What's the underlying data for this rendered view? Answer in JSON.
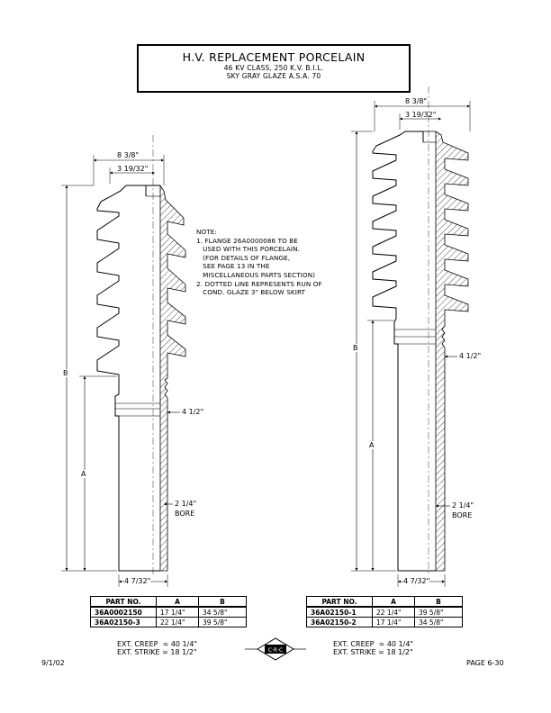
{
  "title": {
    "main": "H.V. REPLACEMENT PORCELAIN",
    "line1": "46 KV CLASS, 250 K.V. B.I.L.",
    "line2": "SKY GRAY GLAZE A.S.A. 70"
  },
  "left_drawing": {
    "top_width": "8 3/8\"",
    "inner_width": "3 19/32\"",
    "label_b": "B",
    "label_a": "A",
    "groove_dim": "4 1/2\"",
    "bore_dim": "2 1/4\"",
    "bore_label": "BORE",
    "bottom_width": "4 7/32\""
  },
  "right_drawing": {
    "top_width": "8 3/8\"",
    "inner_width": "3 19/32\"",
    "label_b": "B",
    "label_a": "A",
    "groove_dim": "4 1/2\"",
    "bore_dim": "2 1/4\"",
    "bore_label": "BORE",
    "bottom_width": "4 7/32\""
  },
  "notes": {
    "header": "NOTE:",
    "line1": "1. FLANGE 26A0000086 TO BE",
    "line2": "   USED WITH THIS PORCELAIN.",
    "line3": "   (FOR DETAILS OF FLANGE,",
    "line4": "   SEE PAGE 13 IN THE",
    "line5": "   MISCELLANEOUS PARTS SECTION)",
    "line6": "2. DOTTED LINE REPRESENTS RUN OF",
    "line7": "   COND. GLAZE 3\" BELOW SKIRT"
  },
  "left_table": {
    "headers": [
      "PART NO.",
      "A",
      "B"
    ],
    "rows": [
      [
        "36A0002150",
        "17 1/4\"",
        "34 5/8\""
      ],
      [
        "36A02150-3",
        "22 1/4\"",
        "39 5/8\""
      ]
    ]
  },
  "right_table": {
    "headers": [
      "PART NO.",
      "A",
      "B"
    ],
    "rows": [
      [
        "36A02150-1",
        "22 1/4\"",
        "39 5/8\""
      ],
      [
        "36A02150-2",
        "17 1/4\"",
        "34 5/8\""
      ]
    ]
  },
  "left_ext": {
    "creep": "EXT. CREEP  = 40 1/4\"",
    "strike": "EXT. STRIKE = 18 1/2\""
  },
  "right_ext": {
    "creep": "EXT. CREEP  = 40 1/4\"",
    "strike": "EXT. STRIKE = 18 1/2\""
  },
  "footer": {
    "date": "9/1/02",
    "page": "PAGE 6-30"
  }
}
